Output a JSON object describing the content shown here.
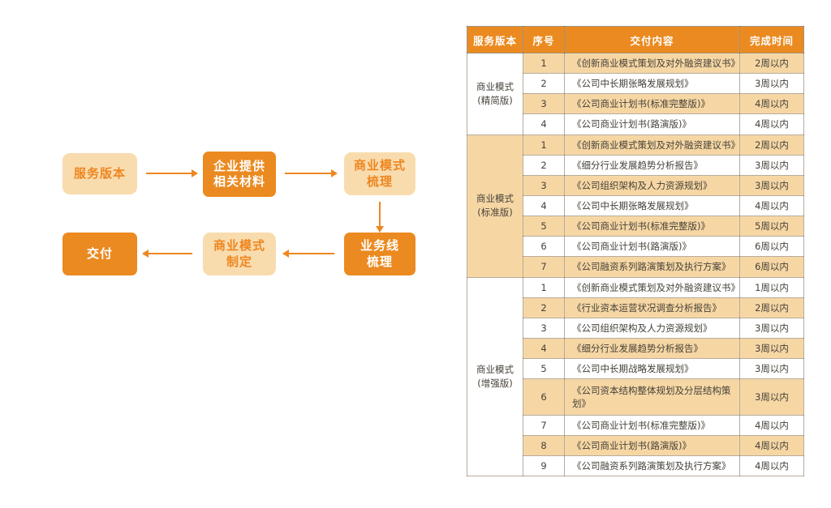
{
  "colors": {
    "accent_orange": "#EB8A20",
    "light_peach": "#F8DCAE",
    "row_peach": "#F6D7A4",
    "light_box_text": "#EE8620",
    "cell_text": "#46413A"
  },
  "flowchart": {
    "service_version": {
      "line1": "服务版本"
    },
    "materials": {
      "line1": "企业提供",
      "line2": "相关材料"
    },
    "model_sorting": {
      "line1": "商业模式",
      "line2": "梳理"
    },
    "business_line": {
      "line1": "业务线",
      "line2": "梳理"
    },
    "model_formulation": {
      "line1": "商业模式",
      "line2": "制定"
    },
    "delivery": {
      "line1": "交付"
    }
  },
  "table": {
    "headers": [
      "服务版本",
      "序号",
      "交付内容",
      "完成时间"
    ],
    "groups": [
      {
        "version_line1": "商业模式",
        "version_line2": "(精简版)",
        "rows": [
          {
            "no": "1",
            "content": "《创新商业模式策划及对外融资建议书》",
            "time": "2周以内"
          },
          {
            "no": "2",
            "content": "《公司中长期张略发展规划》",
            "time": "3周以内"
          },
          {
            "no": "3",
            "content": "《公司商业计划书(标准完整版)》",
            "time": "4周以内"
          },
          {
            "no": "4",
            "content": "《公司商业计划书(路演版)》",
            "time": "4周以内"
          }
        ]
      },
      {
        "version_line1": "商业模式",
        "version_line2": "(标准版)",
        "rows": [
          {
            "no": "1",
            "content": "《创新商业模式策划及对外融资建议书》",
            "time": "2周以内"
          },
          {
            "no": "2",
            "content": "《细分行业发展趋势分析报告》",
            "time": "3周以内"
          },
          {
            "no": "3",
            "content": "《公司组织架构及人力资源规划》",
            "time": "3周以内"
          },
          {
            "no": "4",
            "content": "《公司中长期张略发展规划》",
            "time": "4周以内"
          },
          {
            "no": "5",
            "content": "《公司商业计划书(标准完整版)》",
            "time": "5周以内"
          },
          {
            "no": "6",
            "content": "《公司商业计划书(路演版)》",
            "time": "6周以内"
          },
          {
            "no": "7",
            "content": "《公司融资系列路演策划及执行方案》",
            "time": "6周以内"
          }
        ]
      },
      {
        "version_line1": "商业模式",
        "version_line2": "(增强版)",
        "rows": [
          {
            "no": "1",
            "content": "《创新商业模式策划及对外融资建议书》",
            "time": "1周以内"
          },
          {
            "no": "2",
            "content": "《行业资本运营状况调查分析报告》",
            "time": "2周以内"
          },
          {
            "no": "3",
            "content": "《公司组织架构及人力资源规划》",
            "time": "3周以内"
          },
          {
            "no": "4",
            "content": "《细分行业发展趋势分析报告》",
            "time": "3周以内"
          },
          {
            "no": "5",
            "content": "《公司中长期战略发展规划》",
            "time": "3周以内"
          },
          {
            "no": "6",
            "content": "《公司资本结构整体规划及分层结构策划》",
            "time": "3周以内"
          },
          {
            "no": "7",
            "content": "《公司商业计划书(标准完整版)》",
            "time": "4周以内"
          },
          {
            "no": "8",
            "content": "《公司商业计划书(路演版)》",
            "time": "4周以内"
          },
          {
            "no": "9",
            "content": "《公司融资系列路演策划及执行方案》",
            "time": "4周以内"
          }
        ]
      }
    ]
  }
}
